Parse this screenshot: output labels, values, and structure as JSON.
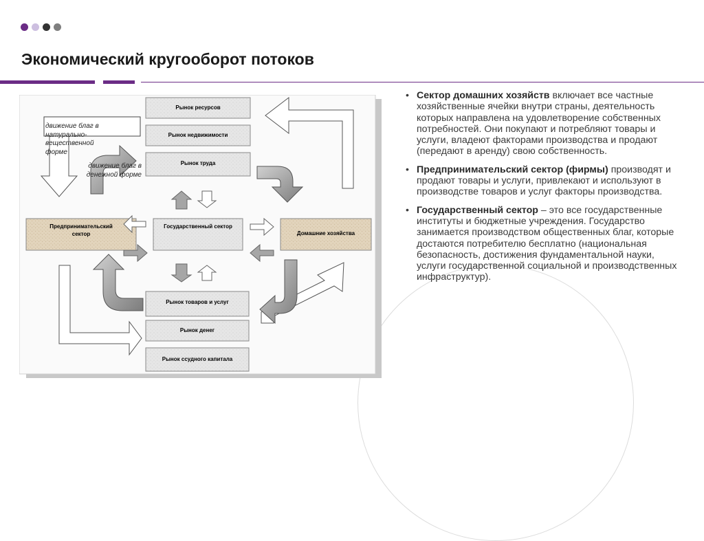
{
  "slide": {
    "title": "Экономический кругооборот потоков",
    "accent_color": "#6b2c86",
    "dot_colors": [
      "#6b2c86",
      "#cdbfe0",
      "#333333",
      "#7f7f7f"
    ]
  },
  "diagram": {
    "markets_top": [
      "Рынок ресурсов",
      "Рынок недвижимости",
      "Рынок труда"
    ],
    "sectors": {
      "firms": "Предпринимательский сектор",
      "government": "Государственный сектор",
      "households": "Домашние хозяйства"
    },
    "markets_bottom": [
      "Рынок товаров  и услуг",
      "Рынок денег",
      "Рынок ссудного  капитала"
    ],
    "notes": {
      "goods_flow": "движение благ в натурально-вещественной форме",
      "money_flow": "движение благ в денежной форме"
    }
  },
  "bullets": [
    {
      "bullet": "•",
      "bold": "Сектор домашних хозяйств",
      "text": " включает все частные хозяйственные ячейки внутри страны, деятельность которых направлена на удовлетворение собственных потребностей. Они покупают и потребляют товары и услуги, владеют факторами производства и продают (передают в аренду) свою собственность."
    },
    {
      "bullet": "•",
      "bold": "Предпринимательский сектор (фирмы)",
      "text": " производят и продают товары и услуги, привлекают и используют в производстве товаров и услуг факторы производства."
    },
    {
      "bullet": "•",
      "bold": "Государственный сектор",
      "text": " – это все государственные институты и бюджетные учреждения. Государство занимается производством общественных благ, которые достаются потребителю бесплатно (национальная безопасность, достижения фундаментальной науки, услуги государственной социальной и производственных инфраструктур)."
    }
  ]
}
